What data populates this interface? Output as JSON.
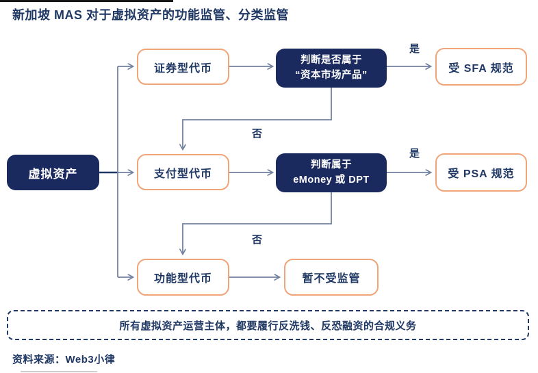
{
  "title": "新加坡 MAS 对于虚拟资产的功能监管、分类监管",
  "colors": {
    "navy_fill": "#1b2a5e",
    "navy_text": "#1f3864",
    "orange_border": "#f0a478",
    "connector": "#72819f",
    "background": "#ffffff"
  },
  "nodes": {
    "root": {
      "label": "虚拟资产"
    },
    "security_token": {
      "label": "证券型代币"
    },
    "decision_cmp": {
      "line1": "判断是否属于",
      "line2": "“资本市场产品”"
    },
    "sfa_result": {
      "label": "受 SFA 规范"
    },
    "payment_token": {
      "label": "支付型代币"
    },
    "decision_emoney": {
      "line1": "判断属于",
      "line2": "eMoney 或 DPT"
    },
    "psa_result": {
      "label": "受 PSA 规范"
    },
    "utility_token": {
      "label": "功能型代币"
    },
    "unregulated_result": {
      "label": "暂不受监管"
    }
  },
  "edge_labels": {
    "yes_top": "是",
    "no_top": "否",
    "yes_mid": "是",
    "no_mid": "否"
  },
  "footer_note": "所有虚拟资产运营主体，都要履行反洗钱、反恐融资的合规义务",
  "source": "资料来源：Web3小律"
}
